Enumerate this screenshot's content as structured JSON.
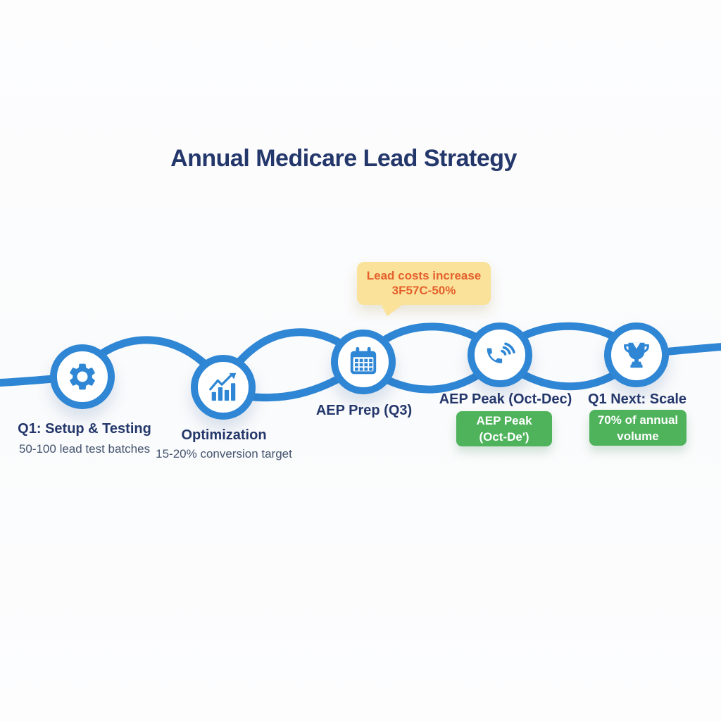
{
  "title": "Annual Medicare Lead Strategy",
  "callout": {
    "line1": "Lead costs increase",
    "line2": "3F57C-50%"
  },
  "milestones": [
    {
      "icon": "gear-icon",
      "label": "Q1: Setup & Testing",
      "sublabel": "50-100 lead test batches"
    },
    {
      "icon": "bar-chart-icon",
      "label": "Optimization",
      "sublabel": "15-20% conversion target"
    },
    {
      "icon": "calendar-icon",
      "label": "AEP Prep (Q3)"
    },
    {
      "icon": "phone-icon",
      "label": "AEP Peak (Oct-Dec)",
      "badge_line1": "AEP Peak",
      "badge_line2": "(Oct-De')"
    },
    {
      "icon": "trophy-icon",
      "label": "Q1 Next: Scale",
      "badge_line1": "70% of annual",
      "badge_line2": "volume"
    }
  ],
  "colors": {
    "accent": "#2E86D4",
    "navy": "#24376B",
    "slate": "#44536E",
    "green": "#4FB35C",
    "bubble-bg": "#FAE29B",
    "bubble-text": "#E4602C"
  }
}
